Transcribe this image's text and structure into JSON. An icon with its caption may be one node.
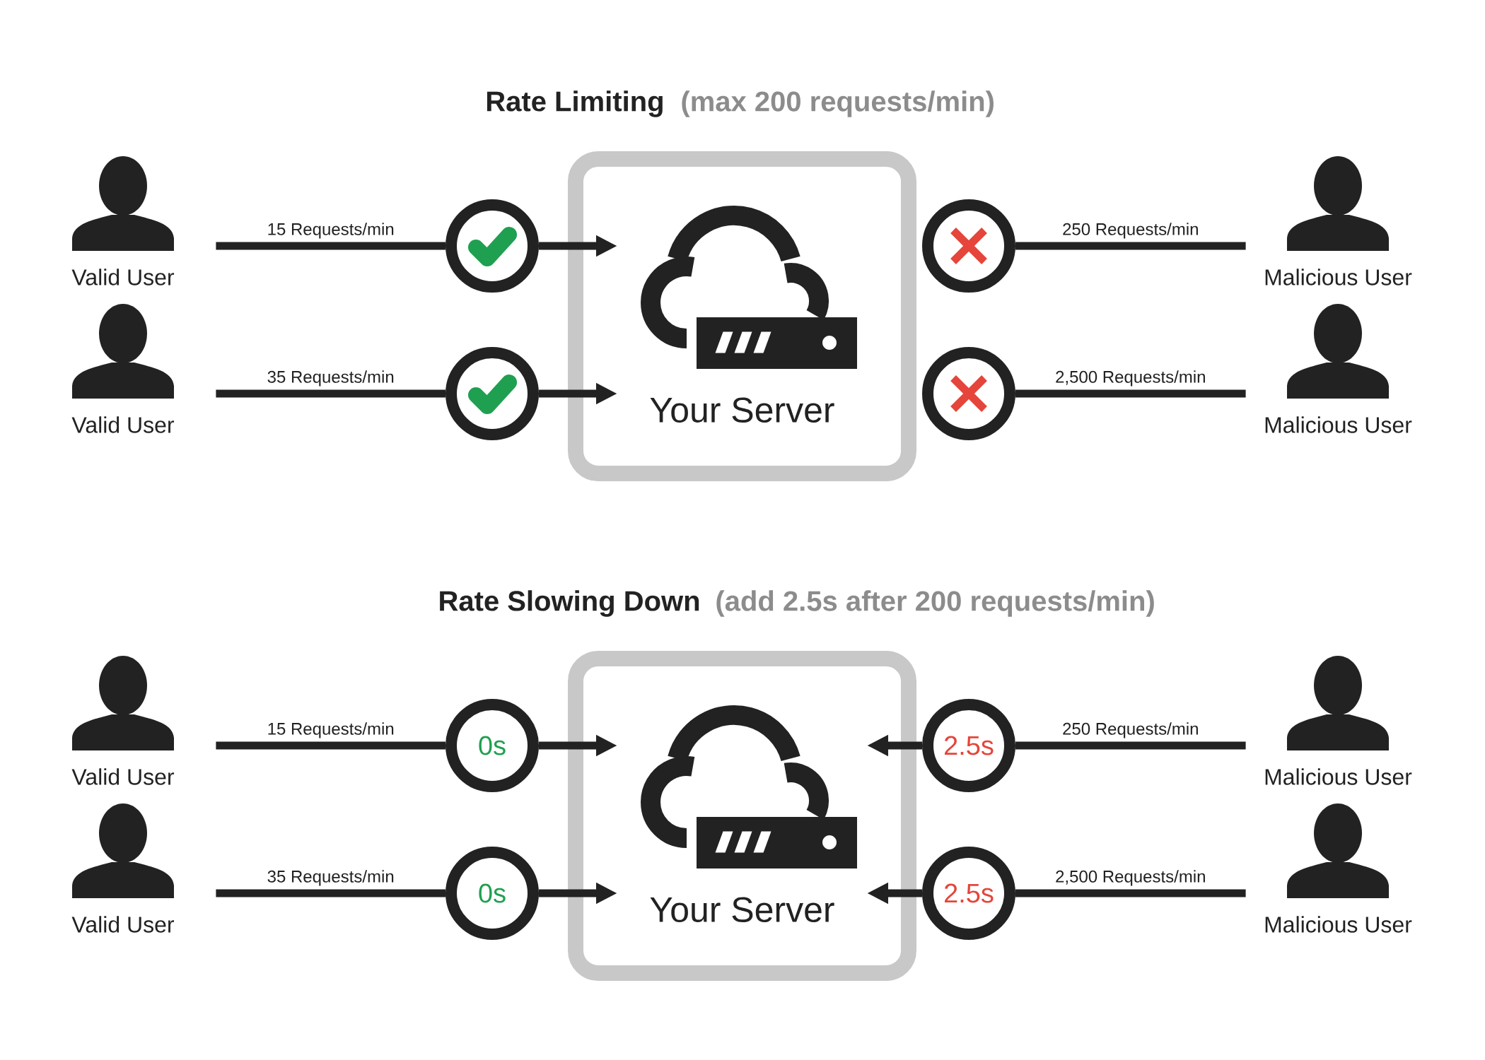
{
  "diagram": {
    "nodes": [
      {
        "text": [
          "Your Server"
        ]
      },
      {
        "text": [
          "Valid User"
        ]
      },
      {
        "text": [],
        "shape": "circle"
      },
      {
        "text": [
          "Valid User"
        ]
      },
      {
        "text": [],
        "shape": "circle"
      },
      {
        "text": [
          "Malicious User"
        ]
      },
      {
        "text": [],
        "shape": "circle"
      },
      {
        "text": [
          "Malicious User"
        ]
      },
      {
        "text": [],
        "shape": "circle"
      },
      {
        "text": [
          "Your Server"
        ]
      },
      {
        "text": [
          "Valid User"
        ]
      },
      {
        "text": [
          "0s"
        ]
      },
      {
        "text": [
          "Valid User"
        ]
      },
      {
        "text": [
          "0s"
        ]
      },
      {
        "text": [
          "Malicious User"
        ]
      },
      {
        "text": [
          "2.5s"
        ]
      },
      {
        "text": [
          "Malicious User"
        ]
      },
      {
        "text": [
          "2.5s"
        ]
      }
    ],
    "edges": [
      {
        "from": 1,
        "to": 2,
        "arrow": "none",
        "label": "15 Requests/min"
      },
      {
        "from": 2,
        "to": 0,
        "arrow": "to"
      },
      {
        "from": 3,
        "to": 4,
        "arrow": "none",
        "label": "35 Requests/min"
      },
      {
        "from": 4,
        "to": 0,
        "arrow": "to"
      },
      {
        "from": 5,
        "to": 6,
        "arrow": "none",
        "label": "250 Requests/min"
      },
      {
        "from": 7,
        "to": 8,
        "arrow": "none",
        "label": "2,500 Requests/min"
      },
      {
        "from": 10,
        "to": 11,
        "arrow": "none",
        "label": "15 Requests/min"
      },
      {
        "from": 11,
        "to": 9,
        "arrow": "to"
      },
      {
        "from": 12,
        "to": 13,
        "arrow": "none",
        "label": "35 Requests/min"
      },
      {
        "from": 13,
        "to": 9,
        "arrow": "to"
      },
      {
        "from": 14,
        "to": 15,
        "arrow": "none",
        "label": "250 Requests/min"
      },
      {
        "from": 15,
        "to": 9,
        "arrow": "to"
      },
      {
        "from": 16,
        "to": 17,
        "arrow": "none",
        "label": "2,500 Requests/min"
      },
      {
        "from": 17,
        "to": 9,
        "arrow": "to"
      }
    ],
    "labels": [
      "Rate Limiting",
      "(max 200 requests/min)",
      "Rate Slowing Down",
      "(add 2.5s after 200 requests/min)"
    ]
  }
}
